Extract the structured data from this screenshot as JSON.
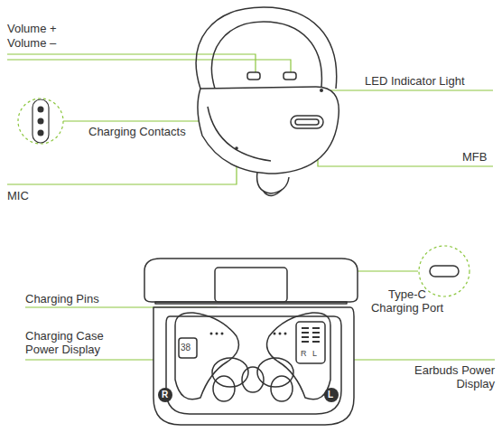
{
  "diagram": {
    "labels": [
      "Volume +",
      "Volume –",
      "LED Indicator Light",
      "Charging Contacts",
      "MFB",
      "MIC",
      "Charging Pins",
      "Type-C Charging Port",
      "Charging Case Power Display",
      "Earbuds Power Display",
      "38",
      "R",
      "L",
      "R",
      "L"
    ]
  }
}
